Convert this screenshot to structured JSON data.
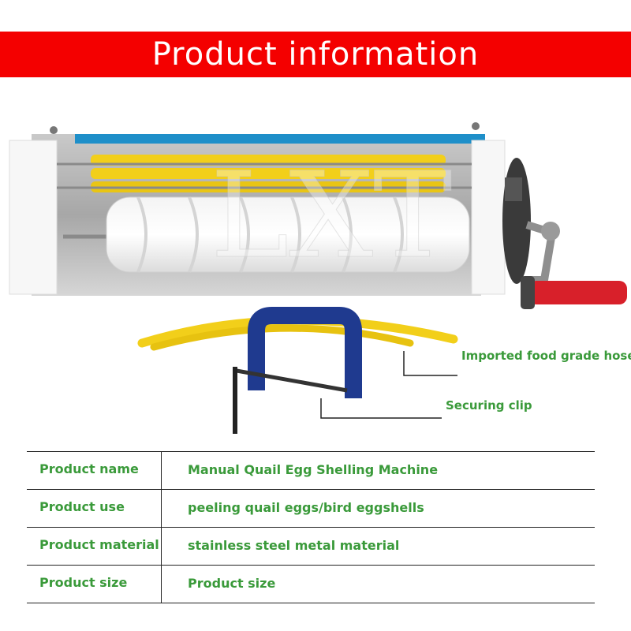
{
  "banner": {
    "title": "Product information"
  },
  "callouts": {
    "hose": "Imported food grade hose",
    "clip": "Securing clip"
  },
  "watermark": "LXT",
  "specs": [
    {
      "label": "Product name",
      "value": "Manual Quail Egg Shelling Machine"
    },
    {
      "label": "Product use",
      "value": "peeling quail eggs/bird eggshells"
    },
    {
      "label": "Product material",
      "value": "stainless steel metal material"
    },
    {
      "label": "Product size",
      "value": "Product size"
    }
  ],
  "colors": {
    "banner": "#f40000",
    "label_green": "#3a9a3a",
    "roller_yellow": "#f2cf1a",
    "clamp_blue": "#1f3a8f",
    "handle_red": "#d8202a"
  }
}
